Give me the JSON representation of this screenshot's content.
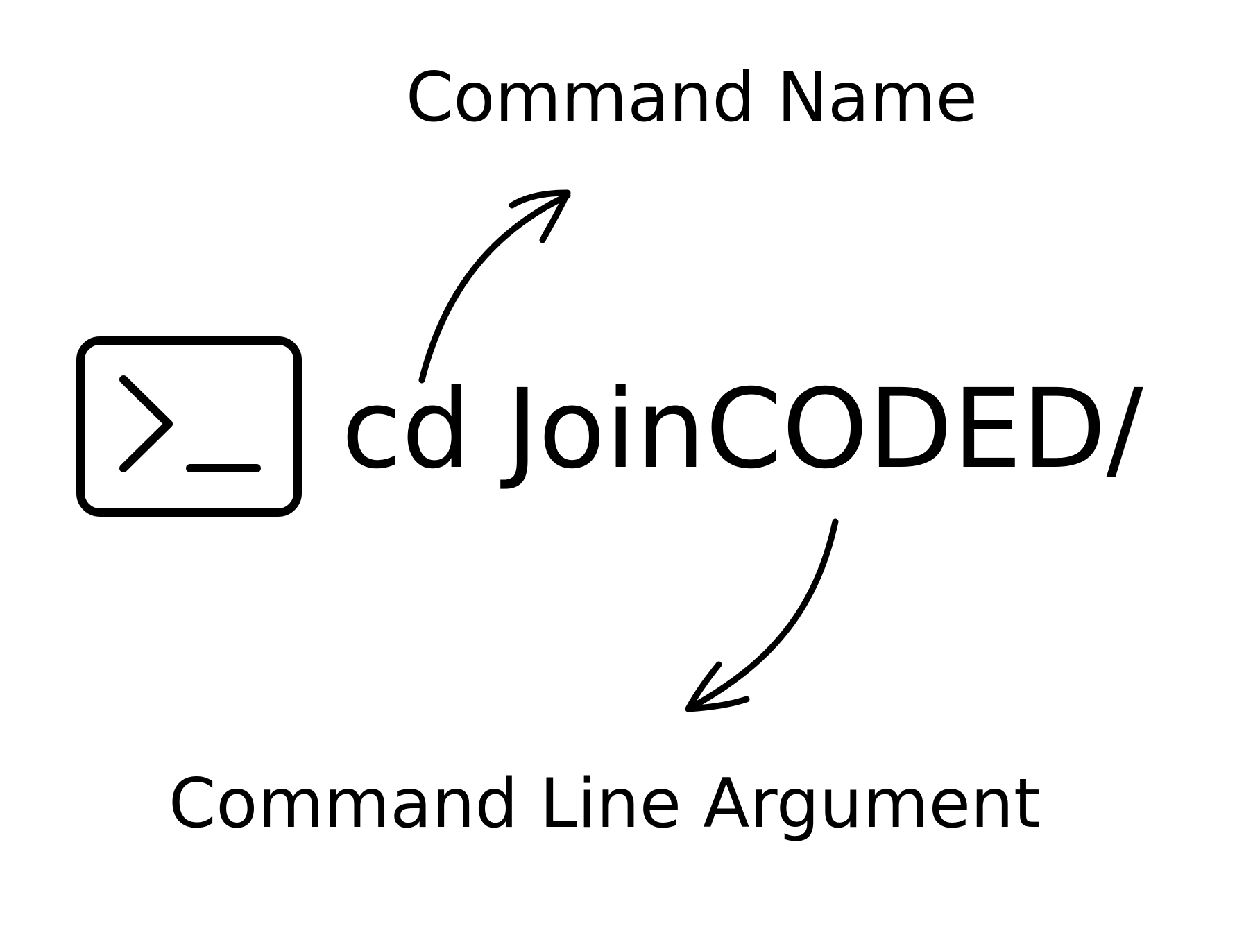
{
  "labels": {
    "command_name": "Command Name",
    "command_line_argument": "Command Line Argument"
  },
  "command": {
    "text": "cd JoinCODED/"
  },
  "icons": {
    "terminal": "terminal-icon"
  },
  "colors": {
    "ink": "#000000",
    "background": "#ffffff"
  }
}
